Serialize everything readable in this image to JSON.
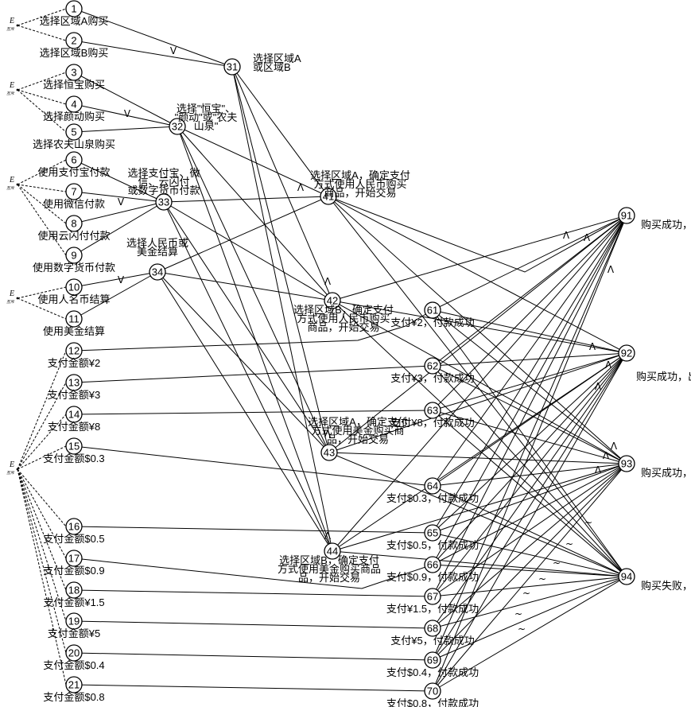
{
  "diagram": {
    "nodes": [
      {
        "id": "1",
        "label": "选择区域A购买"
      },
      {
        "id": "2",
        "label": "选择区域B购买"
      },
      {
        "id": "3",
        "label": "选择恒宝购买"
      },
      {
        "id": "4",
        "label": "选择颜动购买"
      },
      {
        "id": "5",
        "label": "选择农夫山泉购买"
      },
      {
        "id": "6",
        "label": "使用支付宝付款"
      },
      {
        "id": "7",
        "label": "使用微信付款"
      },
      {
        "id": "8",
        "label": "使用云闪付付款"
      },
      {
        "id": "9",
        "label": "使用数字货币付款"
      },
      {
        "id": "10",
        "label": "使用人名币结算"
      },
      {
        "id": "11",
        "label": "使用美金结算"
      },
      {
        "id": "12",
        "label": "支付金额¥2"
      },
      {
        "id": "13",
        "label": "支付金额¥3"
      },
      {
        "id": "14",
        "label": "支付金额¥8"
      },
      {
        "id": "15",
        "label": "支付金额$0.3"
      },
      {
        "id": "16",
        "label": "支付金额$0.5"
      },
      {
        "id": "17",
        "label": "支付金额$0.9"
      },
      {
        "id": "18",
        "label": "支付金额¥1.5"
      },
      {
        "id": "19",
        "label": "支付金额¥5"
      },
      {
        "id": "20",
        "label": "支付金额$0.4"
      },
      {
        "id": "21",
        "label": "支付金额$0.8"
      },
      {
        "id": "31",
        "label": [
          "选择区域A",
          "或区域B"
        ]
      },
      {
        "id": "32",
        "label": [
          "选择\"恒宝\"、",
          "\"颜动\"或\"农夫",
          "山泉\""
        ]
      },
      {
        "id": "33",
        "label": [
          "选择支付宝、微",
          "信、云闪付",
          "或数字货币付款"
        ]
      },
      {
        "id": "34",
        "label": [
          "选择人民币或",
          "美金结算"
        ]
      },
      {
        "id": "41",
        "label": [
          "选择区域A，确定支付",
          "方式使用人民币购买",
          "商品，开始交易"
        ]
      },
      {
        "id": "42",
        "label": [
          "选择区域B，确定支付",
          "方式使用人民币购买",
          "商品，开始交易"
        ]
      },
      {
        "id": "43",
        "label": [
          "选择区域A，确定支付",
          "方式使用美金购买商",
          "品，开始交易"
        ]
      },
      {
        "id": "44",
        "label": [
          "选择区域B，确定支付",
          "方式使用美金购买商品",
          "品，开始交易"
        ]
      },
      {
        "id": "61",
        "label": "支付¥2，付款成功"
      },
      {
        "id": "62",
        "label": "支付¥3，付款成功"
      },
      {
        "id": "63",
        "label": "支付¥8，付款成功"
      },
      {
        "id": "64",
        "label": "支付$0.3，付款成功"
      },
      {
        "id": "65",
        "label": "支付$0.5，付款成功"
      },
      {
        "id": "66",
        "label": "支付$0.9，付款成功"
      },
      {
        "id": "67",
        "label": "支付¥1.5，付款成功"
      },
      {
        "id": "68",
        "label": "支付¥5，付款成功"
      },
      {
        "id": "69",
        "label": "支付$0.4，付款成功"
      },
      {
        "id": "70",
        "label": "支付$0.8，付款成功"
      },
      {
        "id": "91",
        "label": "购买成功，出货恒宝"
      },
      {
        "id": "92",
        "label": "购买成功，出货农夫山泉"
      },
      {
        "id": "93",
        "label": "购买成功，出货颜动"
      },
      {
        "id": "94",
        "label": "购买失败，不出货"
      }
    ],
    "e_marker": {
      "letter": "E",
      "caption": "互斥"
    },
    "operators": {
      "or": "V",
      "and": "Λ",
      "not": "~"
    }
  }
}
